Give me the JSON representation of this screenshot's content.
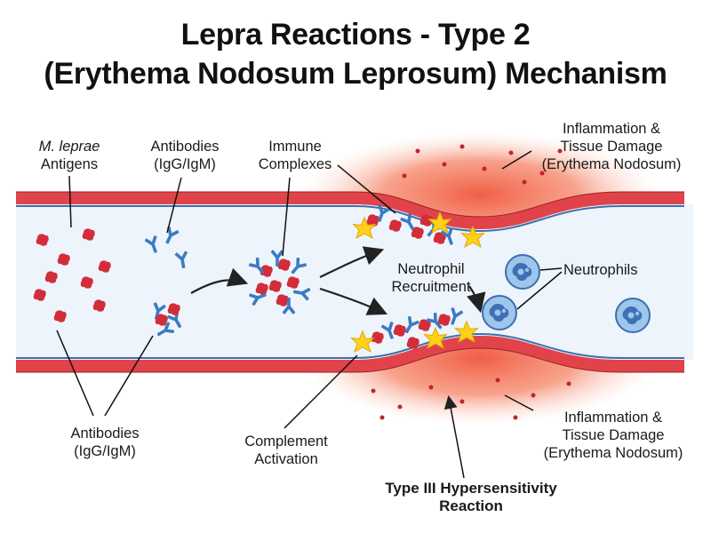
{
  "title": {
    "line1": "Lepra Reactions - Type 2",
    "line2": "(Erythema Nodosum Leprosum) Mechanism"
  },
  "labels": {
    "antigens": {
      "italic": "M. leprae",
      "rest": "Antigens"
    },
    "antibodies_top": {
      "line1": "Antibodies",
      "line2": "(IgG/IgM)"
    },
    "immune_complexes": {
      "line1": "Immune",
      "line2": "Complexes"
    },
    "inflammation_top": {
      "line1": "Inflammation &",
      "line2": "Tissue Damage",
      "line3": "(Erythema Nodosum)"
    },
    "neutrophil_recruitment": {
      "line1": "Neutrophil",
      "line2": "Recruitment"
    },
    "neutrophils": "Neutrophils",
    "antibodies_bottom": {
      "line1": "Antibodies",
      "line2": "(IgG/IgM)"
    },
    "complement_activation": {
      "line1": "Complement",
      "line2": "Activation"
    },
    "inflammation_bottom": {
      "line1": "Inflammation &",
      "line2": "Tissue Damage",
      "line3": "(Erythema Nodosum)"
    },
    "type3": {
      "line1": "Type III Hypersensitivity",
      "line2": "Reaction"
    }
  },
  "colors": {
    "vessel_wall": "#e0444a",
    "vessel_lumen": "#eef4fb",
    "vessel_inner_line": "#3b6fb0",
    "inflammation": "#f26a4a",
    "antigen": "#d32d3a",
    "antibody": "#3a7cc4",
    "star": "#ffd21a",
    "neutrophil": "#8fbde6",
    "arrow": "#222222"
  },
  "icons": {
    "antigen": "red-blob-icon",
    "antibody": "y-shaped-antibody-icon",
    "complement": "yellow-star-icon",
    "neutrophil": "neutrophil-cell-icon"
  }
}
